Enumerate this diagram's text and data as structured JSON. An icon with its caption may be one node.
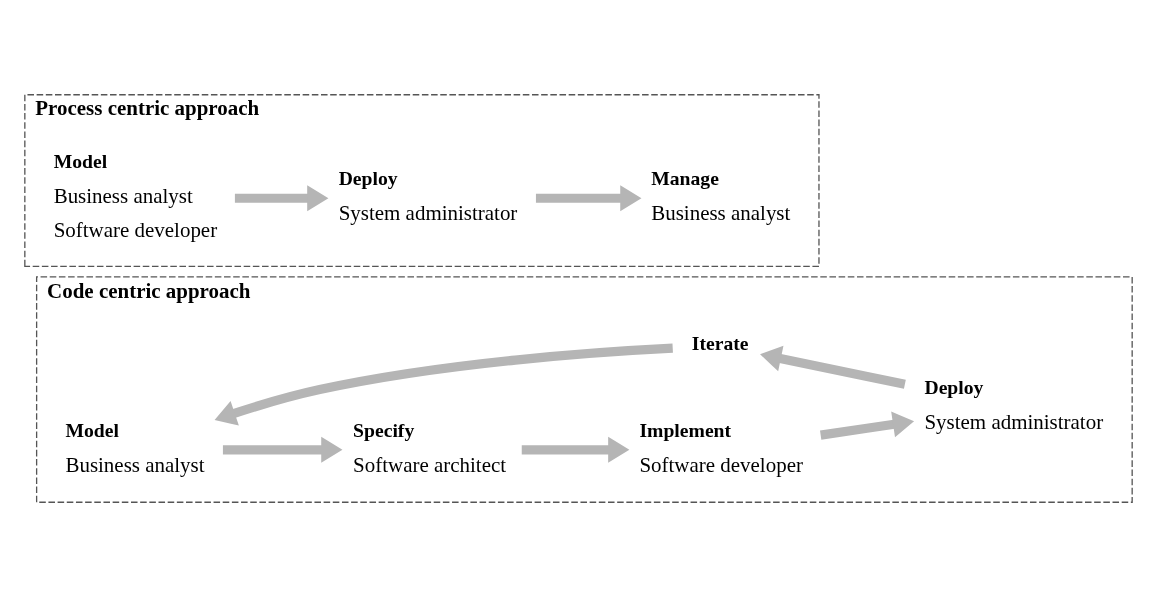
{
  "diagram": {
    "nodes": [
      {
        "text": [
          "Code centric approach"
        ]
      },
      {
        "text": [
          "Model"
        ],
        "in": 0,
        "beside": [
          "Business analyst"
        ]
      },
      {
        "text": [
          "Specify"
        ],
        "in": 0,
        "beside": [
          "Software architect"
        ]
      },
      {
        "text": [
          "Implement"
        ],
        "in": 0,
        "beside": [
          "Software developer"
        ]
      },
      {
        "text": [
          "Deploy"
        ],
        "in": 0,
        "beside": [
          "System administrator"
        ]
      },
      {
        "text": [
          "Iterate"
        ],
        "in": 0
      },
      {
        "text": [
          "Process centric approach"
        ]
      },
      {
        "text": [
          "Model"
        ],
        "in": 6,
        "beside": [
          "Business analyst",
          "Software developer"
        ]
      },
      {
        "text": [
          "Deploy"
        ],
        "in": 6,
        "beside": [
          "System administrator"
        ]
      },
      {
        "text": [
          "Manage"
        ],
        "in": 6,
        "beside": [
          "Business analyst"
        ]
      }
    ],
    "edges": [
      {
        "from": 1,
        "to": 2,
        "arrow": "to"
      },
      {
        "from": 2,
        "to": 3,
        "arrow": "to"
      },
      {
        "from": 3,
        "to": 4,
        "arrow": "to"
      },
      {
        "from": 4,
        "to": 5,
        "arrow": "to"
      },
      {
        "from": 5,
        "to": 1,
        "arrow": "to"
      },
      {
        "from": 7,
        "to": 8,
        "arrow": "to"
      },
      {
        "from": 8,
        "to": 9,
        "arrow": "to"
      }
    ]
  }
}
